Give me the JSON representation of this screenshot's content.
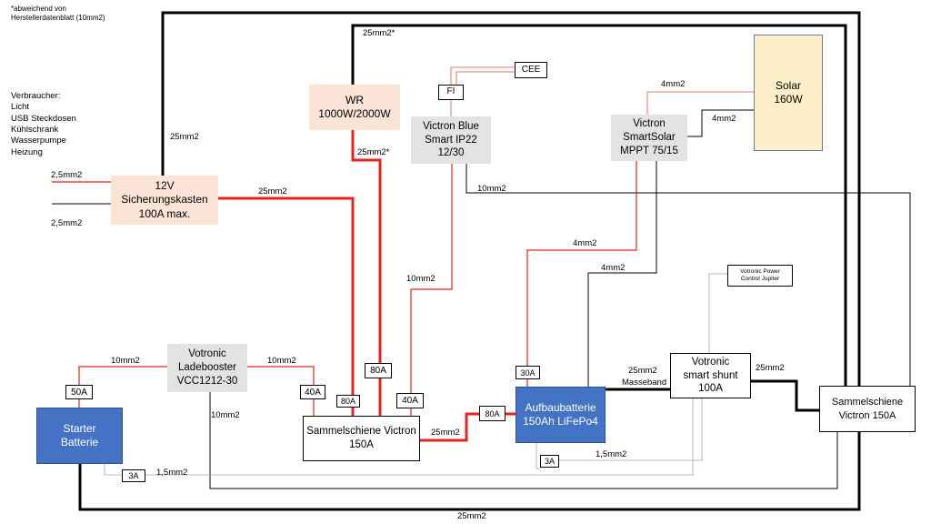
{
  "note": {
    "line1": "*abweichend von",
    "line2": "Herstellerdatenblatt (10mm2)"
  },
  "consumers": {
    "heading": "Verbraucher:",
    "items": [
      "Licht",
      "USB Steckdosen",
      "Kühlschrank",
      "Wasserpumpe",
      "Heizung"
    ]
  },
  "boxes": {
    "fusebox": [
      "12V",
      "Sicherungskasten",
      "100A max."
    ],
    "inverter": [
      "WR",
      "1000W/2000W"
    ],
    "charger": [
      "Victron Blue",
      "Smart IP22",
      "12/30"
    ],
    "fi": "FI",
    "cee": "CEE",
    "mppt": [
      "Victron",
      "SmartSolar",
      "MPPT 75/15"
    ],
    "solar": [
      "Solar",
      "160W"
    ],
    "booster": [
      "Votronic",
      "Ladebooster",
      "VCC1212-30"
    ],
    "starter": [
      "Starter",
      "Batterie"
    ],
    "busbar1": [
      "Sammelschiene Victron",
      "150A"
    ],
    "house_battery": [
      "Aufbaubatterie",
      "150Ah LiFePo4"
    ],
    "shunt": [
      "Votronic",
      "smart shunt",
      "100A"
    ],
    "busbar2": [
      "Sammelschiene",
      "Victron 150A"
    ],
    "power_control": [
      "Votronic Power",
      "Control Jupiter"
    ]
  },
  "fuses": {
    "f50": "50A",
    "f40a": "40A",
    "f80a": "80A",
    "f80b": "80A",
    "f40b": "40A",
    "f80c": "80A",
    "f30": "30A",
    "f3a": "3A",
    "f3b": "3A"
  },
  "labels": {
    "top_25": "25mm2*",
    "left_25": "25mm2",
    "wr_25": "25mm2*",
    "fuse_25": "25mm2",
    "cons_25a": "2,5mm2",
    "cons_25b": "2,5mm2",
    "mppt_4a": "4mm2",
    "mppt_4b": "4mm2",
    "charger_10": "10mm2",
    "charger_10b": "10mm2",
    "mppt_4c": "4mm2",
    "mppt_4d": "4mm2",
    "booster_10a": "10mm2",
    "booster_10b": "10mm2",
    "booster_10c": "10mm2",
    "bus_25": "25mm2",
    "masse_25": "25mm2",
    "masse": "Masseband",
    "shunt_25": "25mm2",
    "sense_15a": "1,5mm2",
    "sense_15b": "1,5mm2",
    "bottom_25": "25mm2"
  },
  "colors": {
    "red_wire": "#e8221b",
    "thin_red": "#d9593f",
    "black_wire": "#000000",
    "fuse_box_fill": "#fbe3d6",
    "unit_fill": "#e3e3e3",
    "battery_fill": "#4472c4",
    "solar_fill": "#fdf0c8"
  }
}
